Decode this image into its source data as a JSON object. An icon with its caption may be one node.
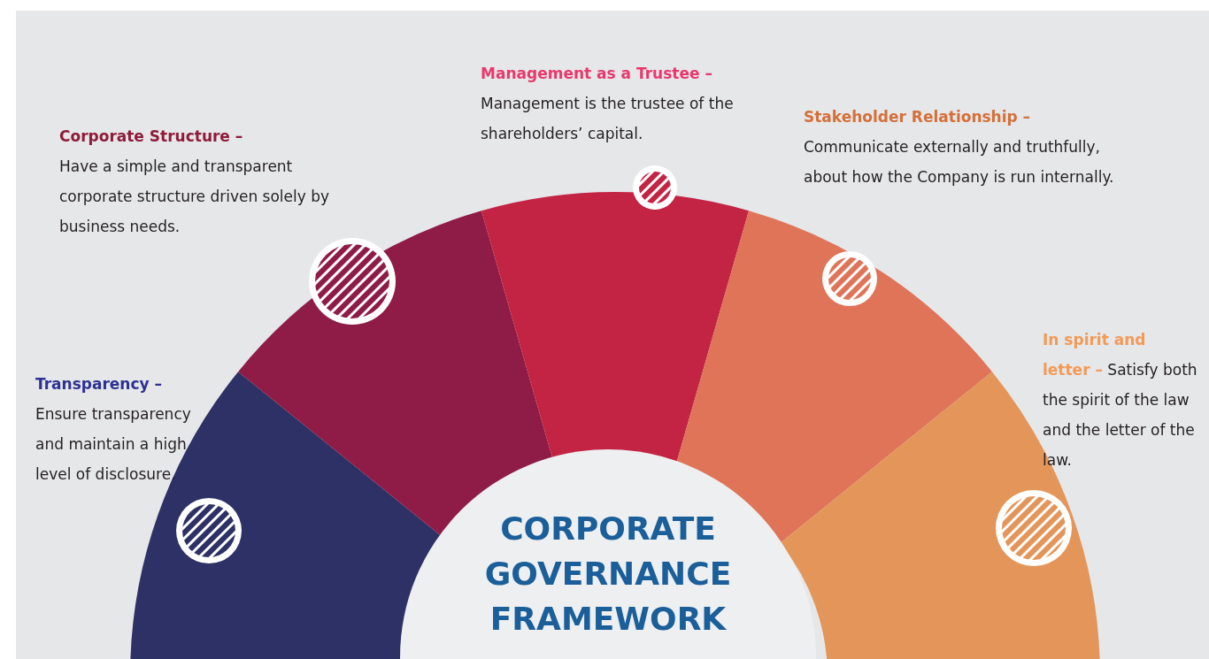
{
  "diagram": {
    "nodes": [
      {
        "text": [
          "Transparency –",
          "Ensure transparency and maintain a high level of disclosure."
        ]
      },
      {
        "text": [
          "Corporate Structure –",
          "Have a simple and transparent corporate structure driven solely by business needs."
        ]
      },
      {
        "text": [
          "Management as a Trustee –",
          "Management is the trustee of the shareholders’ capital."
        ]
      },
      {
        "text": [
          "Stakeholder Relationship –",
          "Communicate externally and truthfully, about how the Company is run internally."
        ]
      },
      {
        "text": [
          "In spirit and letter –",
          "Satisfy both the spirit of the law and the letter of the law."
        ]
      },
      {
        "text": [
          "CORPORATE GOVERNANCE FRAMEWORK"
        ]
      }
    ],
    "edges": []
  }
}
